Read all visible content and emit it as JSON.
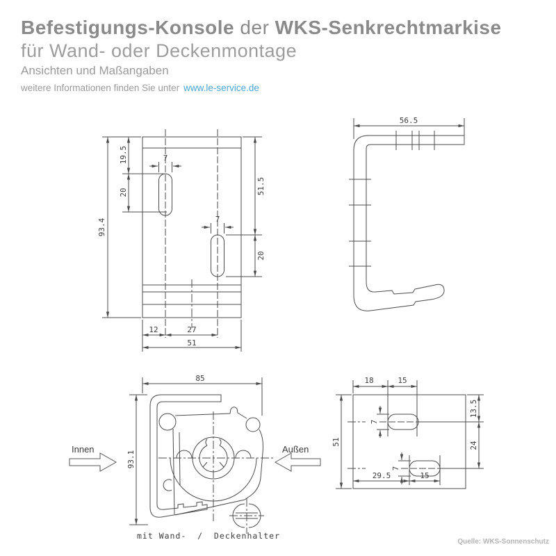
{
  "header": {
    "title_bold_1": "Befestigungs-Konsole",
    "title_mid": "der",
    "title_bold_2": "WKS-Senkrechtmarkise",
    "subtitle": "für Wand- oder Deckenmontage",
    "views_line": "Ansichten und Maßangaben",
    "info_text": "weitere Informationen finden Sie unter",
    "info_link": "www.le-service.de"
  },
  "colors": {
    "title": "#8a8a8a",
    "subtitle": "#9d9d9d",
    "link": "#4aa6d5",
    "drawing_line": "#4b4b4b",
    "source_text": "#b3b3b3"
  },
  "drawings": {
    "front_view": {
      "dims": {
        "total_height": "93.4",
        "top_offset": "19.5",
        "slot1_length": "20",
        "slot1_width": "7",
        "slot2_width": "7",
        "right_height": "51.5",
        "slot2_length": "20",
        "bottom_offset": "12",
        "slot_spacing": "27",
        "total_width": "51"
      }
    },
    "side_view": {
      "dims": {
        "depth": "56.5"
      }
    },
    "section_view": {
      "dims": {
        "width": "85",
        "height": "93.1"
      },
      "label_inside": "Innen",
      "label_outside": "Außen",
      "caption": "mit Wand-  /  Deckenhalter"
    },
    "top_view": {
      "dims": {
        "left_offset": "18",
        "slot_a_length": "15",
        "top_offset": "13.5",
        "slot_spacing": "24",
        "height": "51",
        "slot_a_width": "7",
        "slot_b_width": "7",
        "bottom_offset": "29.5",
        "slot_b_length": "15"
      }
    }
  },
  "footer": {
    "source": "Quelle: WKS-Sonnenschutz"
  }
}
